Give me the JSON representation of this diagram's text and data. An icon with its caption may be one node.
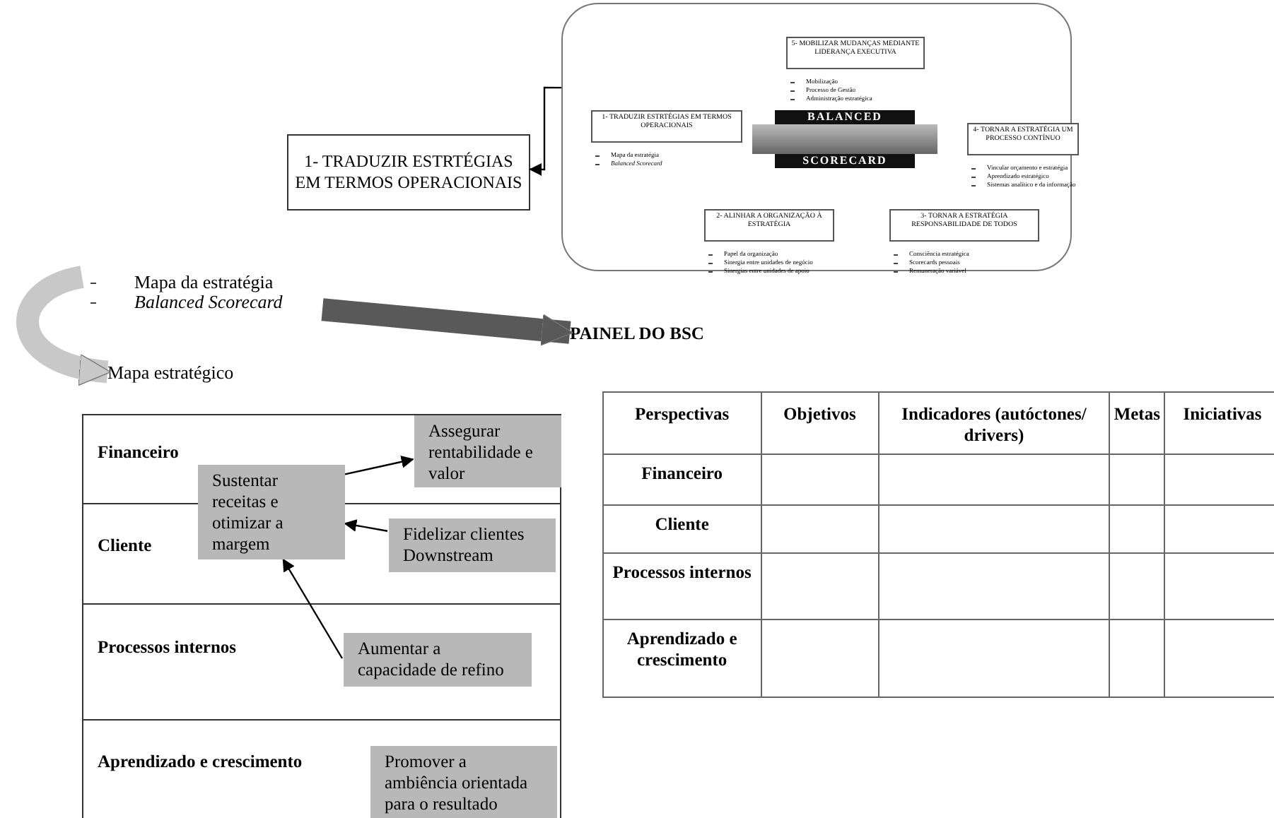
{
  "diagram": {
    "nodes": [
      {
        "text": [],
        "shape": "box"
      },
      {
        "text": [
          "5- MOBILIZAR MUDANÇAS MEDIANTE LIDERANÇA EXECUTIVA"
        ],
        "beside": [
          "Mobilização",
          "Processo de Gestão",
          "Administração estratégica"
        ],
        "in": 0
      },
      {
        "text": [
          "1- TRADUZIR ESTRTÉGIAS EM TERMOS OPERACIONAIS"
        ],
        "beside": [
          "Mapa da estratégia",
          "Balanced Scorecard"
        ],
        "in": 0
      },
      {
        "text": [
          "BALANCED",
          "SCORECARD"
        ],
        "in": 0
      },
      {
        "text": [
          "4- TORNAR A ESTRATÉGIA UM PROCESSO CONTÍNUO"
        ],
        "beside": [
          "Vincular orçamento e estratégia",
          "Aprendizado estratégico",
          "Sistemas analítico e da informação"
        ],
        "in": 0
      },
      {
        "text": [
          "2- ALINHAR A ORGANIZAÇÃO À ESTRATÉGIA"
        ],
        "beside": [
          "Papel da organização",
          "Sinergia entre unidades de negócio",
          "Sinergias entre unidades de apoio"
        ],
        "in": 0
      },
      {
        "text": [
          "3- TORNAR A ESTRATÉGIA RESPONSABILIDADE DE TODOS"
        ],
        "beside": [
          "Consciência estratégica",
          "Scorecards pessoais",
          "Remuneração variável"
        ],
        "in": 0
      },
      {
        "text": [
          "1- TRADUZIR ESTRTÉGIAS EM TERMOS OPERACIONAIS"
        ]
      },
      {
        "text": [
          "Mapa da estratégia",
          "Balanced Scorecard"
        ]
      },
      {
        "text": [
          "Mapa estratégico"
        ]
      },
      {
        "text": [
          "Financeiro"
        ]
      },
      {
        "text": [
          "Cliente"
        ]
      },
      {
        "text": [
          "Processos internos"
        ]
      },
      {
        "text": [
          "Aprendizado e crescimento"
        ]
      },
      {
        "text": [
          "Sustentar receitas e otimizar a margem"
        ]
      },
      {
        "text": [
          "Assegurar rentabilidade e valor"
        ],
        "in": 10
      },
      {
        "text": [
          "Fidelizar clientes Downstream"
        ],
        "in": 11
      },
      {
        "text": [
          "Aumentar a capacidade de refino"
        ],
        "in": 12
      },
      {
        "text": [
          "Promover a ambiência orientada para o resultado"
        ],
        "in": 13
      },
      {
        "text": [
          "PAINEL DO BSC"
        ]
      }
    ],
    "edges": [
      {
        "from": 0,
        "to": 7,
        "arrow": "to"
      },
      {
        "from": 8,
        "to": 9,
        "arrow": "to",
        "style": "thick",
        "color": "#c8c8c8"
      },
      {
        "from": 8,
        "to": 19,
        "arrow": "to",
        "style": "thick",
        "color": "#595959"
      },
      {
        "from": 14,
        "to": 15,
        "arrow": "to"
      },
      {
        "from": 16,
        "to": 14,
        "arrow": "to"
      },
      {
        "from": 17,
        "to": 14,
        "arrow": "to"
      }
    ],
    "labels": [
      "Perspectivas",
      "Objetivos",
      "Indicadores (autóctones/ drivers)",
      "Metas",
      "Iniciativas",
      "Financeiro",
      "Cliente",
      "Processos internos",
      "Aprendizado e crescimento"
    ]
  }
}
